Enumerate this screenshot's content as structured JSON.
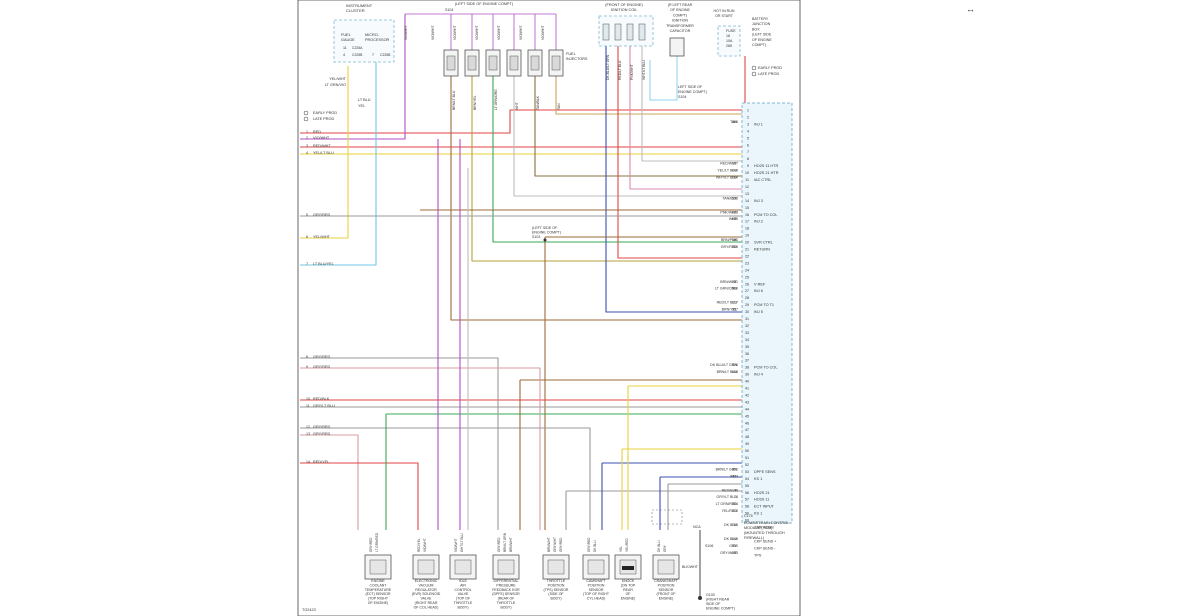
{
  "page_id": "TG2423",
  "corner_arrows": "↔",
  "top_labels": {
    "instrument_cluster": [
      "INSTRUMENT",
      "CLUSTER"
    ],
    "fuel_gauge": [
      "FUEL",
      "GAUGE"
    ],
    "micro_processor": [
      "MICRO-",
      "PROCESSOR"
    ],
    "cluster_conns": [
      "C225A",
      "C225B",
      "C225B"
    ],
    "cluster_pins": [
      "11",
      "4",
      "7"
    ],
    "left_side_engine": "(LEFT SIDE OF ENGINE COMPT)",
    "left_side_splice": "S104",
    "fuel_injectors": [
      "FUEL",
      "INJECTORS"
    ],
    "front_engine": [
      "(FRONT OF ENGINE)",
      "IGNITION COIL"
    ],
    "left_rear_engine": [
      "(R LEFT REAR",
      "OF ENGINE",
      "COMPT)",
      "IGNITION",
      "TRANSFORMER",
      "CAPACITOR"
    ],
    "hot_in_run": [
      "HOT IN RUN",
      "OR START"
    ],
    "battery_jbox": [
      "BATTERY",
      "JUNCTION",
      "BOX",
      "(LEFT SIDE",
      "OF ENGINE",
      "COMPT)"
    ],
    "fuse": [
      "FUSE",
      "18",
      "10A",
      "285"
    ],
    "early_late_right": [
      "EARLY PROD",
      "LATE PROD"
    ],
    "left_side_s104": [
      "LEFT SIDE OF",
      "ENGINE COMPT)",
      "S104"
    ]
  },
  "left_labels": [
    {
      "n": "",
      "t": "YEL/WHT"
    },
    {
      "n": "",
      "t": "LT GRN/VIO"
    },
    {
      "n": "",
      "t": "LT BLU"
    },
    {
      "n": "",
      "t": "YEL"
    },
    {
      "n": "",
      "t": "EARLY PROD"
    },
    {
      "n": "",
      "t": "LATE PROD"
    },
    {
      "n": "1",
      "t": "RED"
    },
    {
      "n": "2",
      "t": "VIO/WHT"
    },
    {
      "n": "3",
      "t": "RED/WHT"
    },
    {
      "n": "4",
      "t": "YEL/LT BLU"
    },
    {
      "n": "5",
      "t": "GRY/RED"
    },
    {
      "n": "6",
      "t": "YEL/WHT"
    },
    {
      "n": "7",
      "t": "LT BLU/YEL"
    },
    {
      "n": "8",
      "t": "GRY/RED"
    },
    {
      "n": "9",
      "t": "GRY/RED"
    },
    {
      "n": "10",
      "t": "RED/BLK"
    },
    {
      "n": "11",
      "t": "GRY/LT BLU"
    },
    {
      "n": "12",
      "t": "GRY/RED"
    },
    {
      "n": "13",
      "t": "GRY/RED"
    },
    {
      "n": "14",
      "t": "RED/YEL"
    }
  ],
  "pcm_box": {
    "title": [
      "POWERTRAIN CONTROL",
      "MODULE (PCM)",
      "(MOUNTED THROUGH",
      "FIREWALL)"
    ],
    "connector": "C175"
  },
  "pcm_pins": [
    {
      "pin": "1",
      "circ": "",
      "color": "",
      "func": ""
    },
    {
      "pin": "2",
      "circ": "",
      "color": "",
      "func": ""
    },
    {
      "pin": "3",
      "circ": "",
      "color": "",
      "func": ""
    },
    {
      "pin": "4",
      "circ": "",
      "color": "",
      "func": ""
    },
    {
      "pin": "5",
      "circ": "",
      "color": "",
      "func": ""
    },
    {
      "pin": "6",
      "circ": "",
      "color": "",
      "func": ""
    },
    {
      "pin": "7",
      "circ": "",
      "color": "",
      "func": ""
    },
    {
      "pin": "8",
      "circ": "",
      "color": "",
      "func": ""
    },
    {
      "pin": "9",
      "circ": "",
      "color": "",
      "func": ""
    },
    {
      "pin": "10",
      "circ": "",
      "color": "",
      "func": ""
    },
    {
      "pin": "11",
      "circ": "",
      "color": "",
      "func": ""
    },
    {
      "pin": "12",
      "circ": "",
      "color": "",
      "func": ""
    },
    {
      "pin": "13",
      "circ": "",
      "color": "",
      "func": ""
    },
    {
      "pin": "14",
      "circ": "",
      "color": "",
      "func": ""
    },
    {
      "pin": "15",
      "circ": "",
      "color": "",
      "func": ""
    },
    {
      "pin": "16",
      "circ": "",
      "color": "",
      "func": ""
    },
    {
      "pin": "17",
      "circ": "",
      "color": "",
      "func": ""
    },
    {
      "pin": "18",
      "circ": "",
      "color": "",
      "func": ""
    },
    {
      "pin": "19",
      "circ": "",
      "color": "",
      "func": ""
    },
    {
      "pin": "20",
      "circ": "",
      "color": "",
      "func": ""
    },
    {
      "pin": "21",
      "circ": "",
      "color": "",
      "func": ""
    },
    {
      "pin": "22",
      "circ": "",
      "color": "",
      "func": ""
    },
    {
      "pin": "23",
      "circ": "",
      "color": "",
      "func": ""
    },
    {
      "pin": "24",
      "circ": "",
      "color": "",
      "func": ""
    },
    {
      "pin": "25",
      "circ": "",
      "color": "",
      "func": ""
    },
    {
      "pin": "26",
      "circ": "",
      "color": "",
      "func": ""
    },
    {
      "pin": "27",
      "circ": "",
      "color": "",
      "func": ""
    },
    {
      "pin": "28",
      "circ": "",
      "color": "",
      "func": ""
    },
    {
      "pin": "29",
      "circ": "",
      "color": "",
      "func": ""
    },
    {
      "pin": "30",
      "circ": "",
      "color": "",
      "func": ""
    },
    {
      "pin": "31",
      "circ": "",
      "color": "",
      "func": ""
    },
    {
      "pin": "32",
      "circ": "",
      "color": "",
      "func": ""
    },
    {
      "pin": "33",
      "circ": "",
      "color": "",
      "func": ""
    },
    {
      "pin": "34",
      "circ": "",
      "color": "",
      "func": ""
    },
    {
      "pin": "35",
      "circ": "",
      "color": "",
      "func": ""
    },
    {
      "pin": "36",
      "circ": "",
      "color": "",
      "func": ""
    },
    {
      "pin": "37",
      "circ": "",
      "color": "",
      "func": ""
    },
    {
      "pin": "38",
      "circ": "",
      "color": "",
      "func": ""
    },
    {
      "pin": "39",
      "circ": "",
      "color": "",
      "func": ""
    },
    {
      "pin": "40",
      "circ": "",
      "color": "",
      "func": ""
    },
    {
      "pin": "41",
      "circ": "",
      "color": "",
      "func": ""
    },
    {
      "pin": "42",
      "circ": "",
      "color": "",
      "func": ""
    },
    {
      "pin": "43",
      "circ": "",
      "color": "",
      "func": ""
    },
    {
      "pin": "44",
      "circ": "",
      "color": "",
      "func": ""
    },
    {
      "pin": "45",
      "circ": "",
      "color": "",
      "func": ""
    },
    {
      "pin": "46",
      "circ": "",
      "color": "",
      "func": ""
    },
    {
      "pin": "47",
      "circ": "",
      "color": "",
      "func": ""
    },
    {
      "pin": "48",
      "circ": "",
      "color": "",
      "func": ""
    },
    {
      "pin": "49",
      "circ": "",
      "color": "",
      "func": ""
    },
    {
      "pin": "50",
      "circ": "",
      "color": "",
      "func": ""
    },
    {
      "pin": "51",
      "circ": "",
      "color": "",
      "func": ""
    },
    {
      "pin": "52",
      "circ": "",
      "color": "",
      "func": ""
    },
    {
      "pin": "53",
      "circ": "",
      "color": "",
      "func": ""
    },
    {
      "pin": "54",
      "circ": "",
      "color": "",
      "func": ""
    },
    {
      "pin": "55",
      "circ": "",
      "color": "",
      "func": ""
    },
    {
      "pin": "56",
      "circ": "",
      "color": "",
      "func": ""
    },
    {
      "pin": "57",
      "circ": "",
      "color": "",
      "func": ""
    },
    {
      "pin": "58",
      "circ": "",
      "color": "",
      "func": ""
    },
    {
      "pin": "59",
      "circ": "",
      "color": "",
      "func": ""
    },
    {
      "pin": "60",
      "circ": "",
      "color": "",
      "func": ""
    }
  ],
  "pcm_wires": [
    {
      "pin": "3",
      "circ": "360",
      "color": "TAN",
      "func": "INJ 1"
    },
    {
      "pin": "9",
      "circ": "307",
      "color": "RED/WHT",
      "func": "HO2S 11 HTR"
    },
    {
      "pin": "10",
      "circ": "349",
      "color": "YEL/LT BLU",
      "func": "HO2S 21 HTR"
    },
    {
      "pin": "11",
      "circ": "264",
      "color": "WHT/LT BLU",
      "func": "IAC CTRL"
    },
    {
      "pin": "14",
      "circ": "559",
      "color": "TAN/BLK",
      "func": "INJ 3"
    },
    {
      "pin": "16",
      "circ": "028",
      "color": "PNK/WHT",
      "func": "PCM TO COL"
    },
    {
      "pin": "17",
      "circ": "056",
      "color": "WHT",
      "func": "INJ 2"
    },
    {
      "pin": "20",
      "circ": "360",
      "color": "BRN/PNK",
      "func": "SVR CTRL"
    },
    {
      "pin": "21",
      "circ": "359",
      "color": "GRY/RED",
      "func": "RETURN"
    },
    {
      "pin": "26",
      "circ": "351",
      "color": "BRN/WHT",
      "func": "V REF"
    },
    {
      "pin": "27",
      "circ": "560",
      "color": "LT GRN/ORG",
      "func": "INJ 6"
    },
    {
      "pin": "29",
      "circ": "327",
      "color": "RED/LT BLU",
      "func": "PCM TO T1"
    },
    {
      "pin": "30",
      "circ": "557",
      "color": "BRN/YEL",
      "func": "INJ 5"
    },
    {
      "pin": "38",
      "circ": "026",
      "color": "DK BLU/LT GRN",
      "func": "PCM TO COL"
    },
    {
      "pin": "39",
      "circ": "558",
      "color": "BRN/LT BLU",
      "func": "INJ 4"
    },
    {
      "pin": "53",
      "circ": "352",
      "color": "BRN/LT GRN",
      "func": "DPFE SENS"
    },
    {
      "pin": "54",
      "circ": "1273",
      "color": "YEL",
      "func": "KS 1"
    },
    {
      "pin": "56",
      "circ": "94",
      "color": "RED/BLK",
      "func": "HO2S 21"
    },
    {
      "pin": "57",
      "circ": "74",
      "color": "GRY/LT BLU",
      "func": "HO2S 11"
    },
    {
      "pin": "58",
      "circ": "354",
      "color": "LT GRN/RED",
      "func": "ECT INPUT"
    },
    {
      "pin": "59",
      "circ": "310",
      "color": "YEL/RED",
      "func": "KS 1"
    },
    {
      "pin": "61",
      "circ": "785",
      "color": "DK BLU",
      "func": "CMP SENS"
    },
    {
      "pin": "63",
      "circ": "349",
      "color": "DK BLU",
      "func": "CKP SENS +"
    },
    {
      "pin": "64",
      "circ": "350",
      "color": "GRY",
      "func": "CKP SENS -"
    },
    {
      "pin": "65",
      "circ": "355",
      "color": "GRY/WHT",
      "func": "TPS"
    }
  ],
  "components": [
    {
      "id": "ect",
      "label": [
        "ENGINE",
        "COOLANT",
        "TEMPERATURE",
        "(ECT) SENSOR",
        "(TOP RIGHT",
        "OF ENGINE)"
      ],
      "wires": [
        "GRY/RED",
        "LT GRN/RED"
      ]
    },
    {
      "id": "evr",
      "label": [
        "ELECTRONIC",
        "VACUUM",
        "REGULATOR",
        "(EVR) SOLENOID",
        "VALVE",
        "(RIGHT REAR",
        "OF COL HEAD)"
      ],
      "wires": [
        "RED/YEL",
        "VIO/WHT"
      ]
    },
    {
      "id": "iac",
      "label": [
        "IDLE",
        "AIR",
        "CONTROL",
        "VALVE",
        "(TOP OF",
        "THROTTLE",
        "BODY)"
      ],
      "wires": [
        "VIO/WHT",
        "WHT/LT BLU"
      ]
    },
    {
      "id": "dpfe",
      "label": [
        "DIFFERENTIAL",
        "PRESSURE",
        "FEEDBACK EGR",
        "(DPFE) SENSOR",
        "(REAR OF",
        "THROTTLE",
        "BODY)"
      ],
      "wires": [
        "GRY/RED",
        "BRN/LT GRN",
        "BRN/WHT"
      ]
    },
    {
      "id": "tps",
      "label": [
        "THROTTLE",
        "POSITION",
        "(TPS) SENSOR",
        "(SIDE OF",
        "BODY)"
      ],
      "wires": [
        "BRN/WHT",
        "GRY/WHT",
        "GRY/RED"
      ]
    },
    {
      "id": "cmp",
      "label": [
        "CAMSHAFT",
        "POSITION",
        "SENSOR",
        "(TOP OF RIGHT",
        "CYL HEAD)"
      ],
      "wires": [
        "GRY/RED",
        "DK BLU"
      ]
    },
    {
      "id": "ks",
      "label": [
        "KNOCK",
        "(ON TOP",
        "REAR",
        "OF",
        "ENGINE)"
      ],
      "wires": [
        "YEL",
        "YEL/RED"
      ]
    },
    {
      "id": "ckp",
      "label": [
        "CRANKSHAFT",
        "POSITION",
        "SENSOR",
        "(FRONT OF",
        "ENGINE)"
      ],
      "wires": [
        "DK BLU",
        "GRY"
      ]
    }
  ],
  "ground": {
    "label": [
      "G100",
      "(RIGHT REAR",
      "SIDE OF",
      "ENGINE COMPT)"
    ],
    "nca": "NCA",
    "s": "S106",
    "wire": "BLK/WHT"
  },
  "mid_splice": [
    "(LEFT SIDE OF",
    "ENGINE COMPT)",
    "S103"
  ],
  "top_wire_labels": [
    "VIO/WHT",
    "VIO/WHT",
    "VIO/WHT",
    "VIO/WHT",
    "VIO/WHT",
    "VIO/WHT",
    "VIO/WHT"
  ],
  "injector_wires": [
    "BRN/LT BLU",
    "BRN/YEL",
    "LT GRN/ORG",
    "WHT",
    "TAN/BLK",
    "TAN"
  ],
  "coil_wires": [
    "DK BLU/LT GRN",
    "RED/LT BLU",
    "PNK/WHT",
    "WHT/LT BLU"
  ],
  "colors": {
    "red": "#e04646",
    "violet": "#b04fc4",
    "yellow": "#e8d23c",
    "lightblue": "#6fc7e6",
    "gray": "#9a9a9a",
    "brown": "#9b6a3a",
    "green": "#3aa85a",
    "darkblue": "#3b4fb0",
    "tan": "#c8a45a",
    "pcm": "#eaf6fb",
    "line": "#333333"
  }
}
